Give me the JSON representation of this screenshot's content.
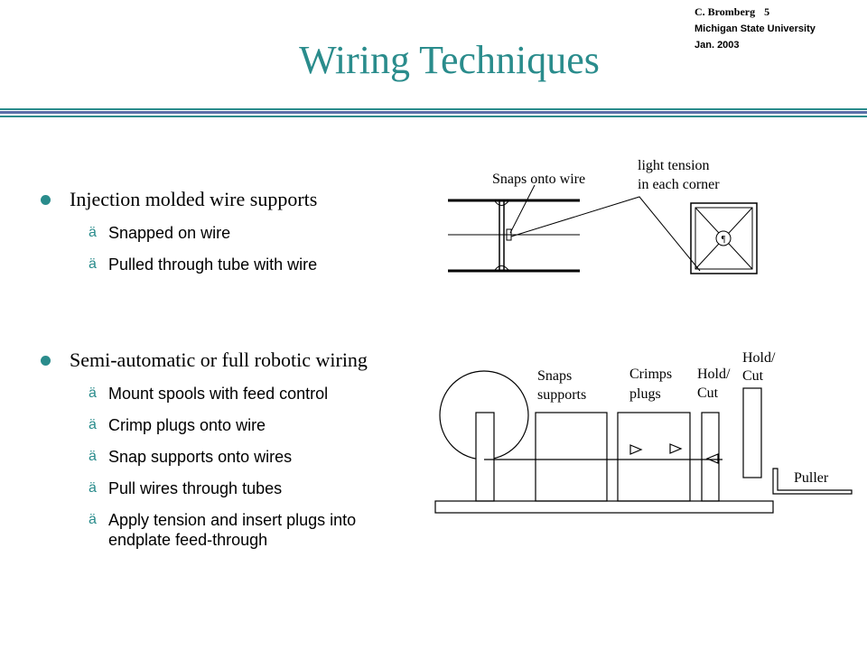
{
  "header": {
    "author": "C. Bromberg",
    "page_number": "5",
    "institution": "Michigan State University",
    "date": "Jan. 2003"
  },
  "slide": {
    "title": "Wiring Techniques",
    "accent_color": "#2a8c8c",
    "rule_color": "#5a6fa8"
  },
  "bullets": [
    {
      "text": "Injection molded wire supports",
      "items": [
        "Snapped on wire",
        "Pulled through tube with wire"
      ]
    },
    {
      "text": "Semi-automatic or full robotic wiring",
      "items": [
        "Mount spools with feed control",
        "Crimp plugs onto wire",
        "Snap supports onto wires",
        "Pull wires through tubes",
        "Apply tension and insert plugs into endplate feed-through"
      ]
    }
  ],
  "sub_bullet_marker": "ä",
  "diagram_top": {
    "label_snaps": "Snaps onto wire",
    "label_tension_1": "light tension",
    "label_tension_2": "in each corner"
  },
  "diagram_bottom": {
    "snaps_1": "Snaps",
    "snaps_2": "supports",
    "crimps_1": "Crimps",
    "crimps_2": "plugs",
    "holdcut_a_1": "Hold/",
    "holdcut_a_2": "Cut",
    "holdcut_b_1": "Hold/",
    "holdcut_b_2": "Cut",
    "puller": "Puller"
  }
}
